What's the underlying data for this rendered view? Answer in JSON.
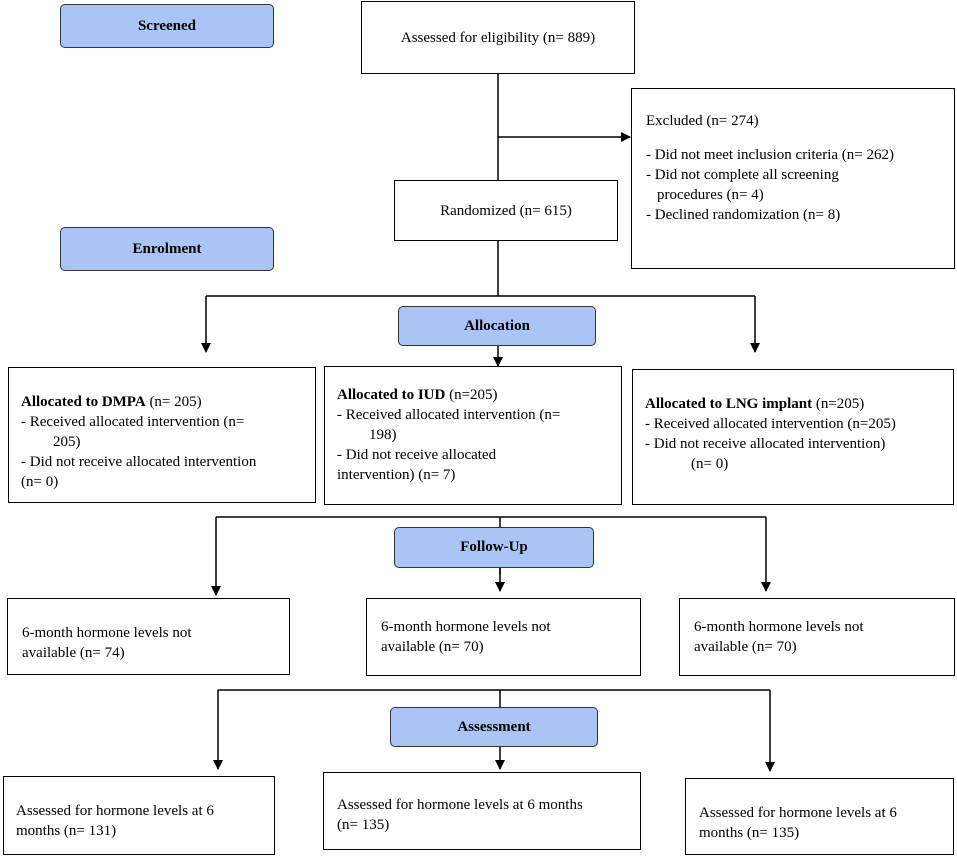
{
  "stages": {
    "screened": "Screened",
    "enrolment": "Enrolment",
    "allocation": "Allocation",
    "follow_up": "Follow-Up",
    "assessment": "Assessment"
  },
  "assessed_eligibility": "Assessed for eligibility (n= 889)",
  "excluded": {
    "title": "Excluded (n= 274)",
    "items": [
      "- Did not meet inclusion criteria (n= 262)",
      "- Did not complete all screening",
      "procedures (n= 4)",
      "- Declined randomization (n= 8)"
    ]
  },
  "randomized": "Randomized (n= 615)",
  "allocation": {
    "dmpa": {
      "title_bold": "Allocated to DMPA",
      "title_rest": " (n= 205)",
      "lines": [
        "- Received allocated intervention (n=",
        "205)",
        "- Did not receive allocated intervention",
        "(n= 0)"
      ]
    },
    "iud": {
      "title_bold": "Allocated to IUD",
      "title_rest": " (n=205)",
      "lines": [
        "- Received allocated intervention (n=",
        "198)",
        "- Did not receive allocated",
        "intervention) (n= 7)"
      ]
    },
    "lng": {
      "title_bold": "Allocated to LNG implant",
      "title_rest": " (n=205)",
      "lines": [
        "- Received allocated intervention (n=205)",
        "- Did not receive allocated intervention)",
        "(n= 0)"
      ]
    }
  },
  "follow_up": {
    "dmpa": [
      "6-month hormone levels not",
      "available (n= 74)"
    ],
    "iud": [
      "6-month hormone levels not",
      "available (n= 70)"
    ],
    "lng": [
      "6-month hormone levels not",
      "available (n= 70)"
    ]
  },
  "assessment": {
    "dmpa": [
      "Assessed for hormone levels at 6",
      "months (n= 131)"
    ],
    "iud": [
      "Assessed for hormone levels at 6 months",
      "(n= 135)"
    ],
    "lng": [
      "Assessed for hormone levels at 6",
      "months (n= 135)"
    ]
  },
  "colors": {
    "stage_fill": "#a9c4f5",
    "line": "#000000"
  }
}
